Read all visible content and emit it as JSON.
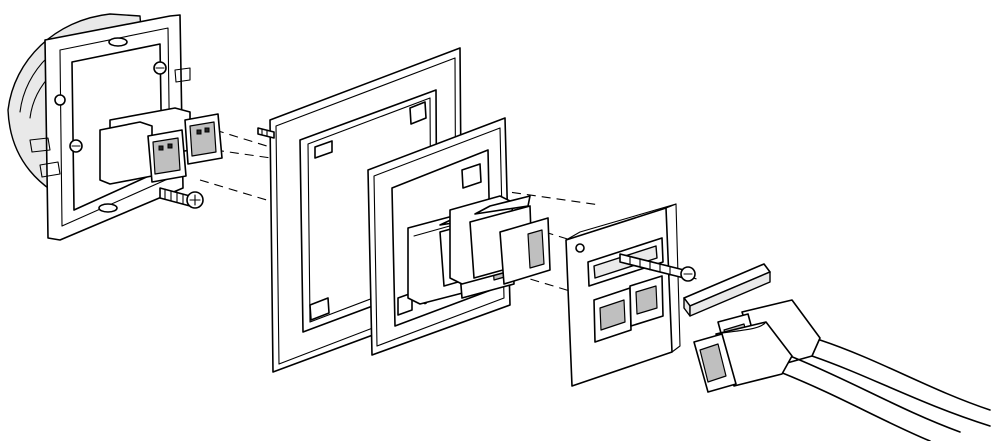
{
  "diagram": {
    "type": "exploded-assembly",
    "components": [
      "mounting-frame",
      "cover-frame",
      "inner-frame",
      "usb-couplers",
      "faceplate",
      "fixing-screw",
      "label-strip",
      "usb-cables"
    ]
  }
}
